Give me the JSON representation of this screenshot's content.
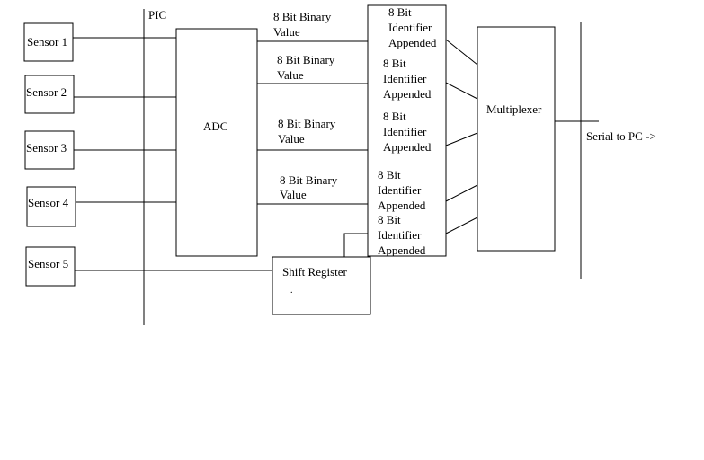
{
  "pic_label": "PIC",
  "sensors": [
    {
      "label": "Sensor 1"
    },
    {
      "label": "Sensor 2"
    },
    {
      "label": "Sensor 3"
    },
    {
      "label": "Sensor 4"
    },
    {
      "label": "Sensor 5"
    }
  ],
  "adc_label": "ADC",
  "binary_values": [
    {
      "line1": "8 Bit Binary",
      "line2": "Value"
    },
    {
      "line1": "8 Bit Binary",
      "line2": "Value"
    },
    {
      "line1": "8 Bit Binary",
      "line2": "Value"
    },
    {
      "line1": "8 Bit Binary",
      "line2": "Value"
    }
  ],
  "identifiers": [
    {
      "line1": "8 Bit",
      "line2": "Identifier",
      "line3": "Appended"
    },
    {
      "line1": "8 Bit",
      "line2": "Identifier",
      "line3": "Appended"
    },
    {
      "line1": "8 Bit",
      "line2": "Identifier",
      "line3": "Appended"
    },
    {
      "line1": "8 Bit",
      "line2": "Identifier",
      "line3": "Appended"
    },
    {
      "line1": "8 Bit",
      "line2": "Identifier",
      "line3": "Appended"
    }
  ],
  "shift_register_label": "Shift Register",
  "shift_register_mark": ".",
  "multiplexer_label": "Multiplexer",
  "output_label": "Serial to PC ->"
}
